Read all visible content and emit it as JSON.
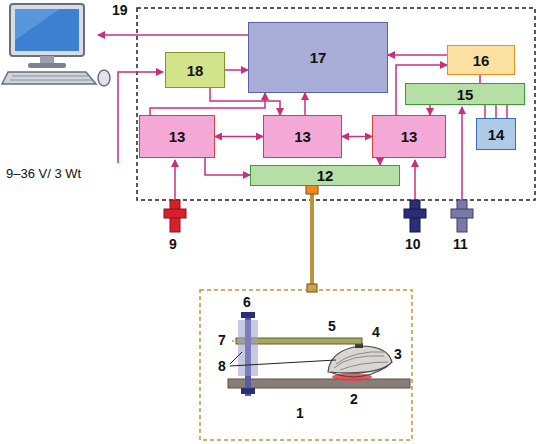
{
  "diagram": {
    "nodes": [
      {
        "text": [
          "17"
        ]
      },
      {
        "text": [
          "18"
        ]
      },
      {
        "text": [
          "16"
        ]
      },
      {
        "text": [
          "15"
        ]
      },
      {
        "text": [
          "14"
        ]
      },
      {
        "text": [
          "13"
        ]
      },
      {
        "text": [
          "13"
        ]
      },
      {
        "text": [
          "13"
        ]
      },
      {
        "text": [
          "12"
        ]
      }
    ],
    "edges": [
      {
        "from": 1,
        "to": 0,
        "arrow": "to"
      },
      {
        "from": 2,
        "to": 0,
        "arrow": "to"
      },
      {
        "from": 6,
        "to": 0,
        "arrow": "to"
      },
      {
        "from": 7,
        "to": 2,
        "arrow": "to"
      },
      {
        "from": 1,
        "to": 6,
        "arrow": "to"
      },
      {
        "from": 5,
        "to": 0,
        "arrow": "to"
      },
      {
        "from": 3,
        "to": 7,
        "arrow": "to"
      },
      {
        "from": 5,
        "to": 6,
        "arrow": "both"
      },
      {
        "from": 6,
        "to": 7,
        "arrow": "both"
      },
      {
        "from": 5,
        "to": 8,
        "arrow": "to"
      },
      {
        "from": 7,
        "to": 8,
        "arrow": "to"
      },
      {
        "from": 3,
        "to": 4,
        "arrow": "none"
      },
      {
        "from": 3,
        "to": 4,
        "arrow": "none"
      },
      {
        "from": 3,
        "to": 4,
        "arrow": "none"
      },
      {
        "from": 2,
        "to": 3,
        "arrow": "none"
      }
    ],
    "labels": [
      "19",
      "9–36 V/ 3 Wt",
      "9",
      "10",
      "11",
      "1",
      "2",
      "3",
      "4",
      "5",
      "6",
      "7",
      "8"
    ]
  }
}
